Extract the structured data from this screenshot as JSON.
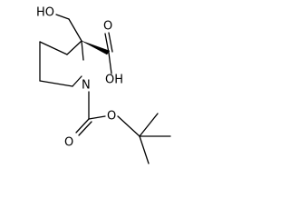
{
  "molecule": {
    "atoms": {
      "hydroxymethyl_oh": "HO",
      "acid_carbonyl_o": "O",
      "acid_oh": "OH",
      "ring_n": "N",
      "boc_carbonyl_o": "O",
      "boc_ester_o": "O"
    }
  }
}
